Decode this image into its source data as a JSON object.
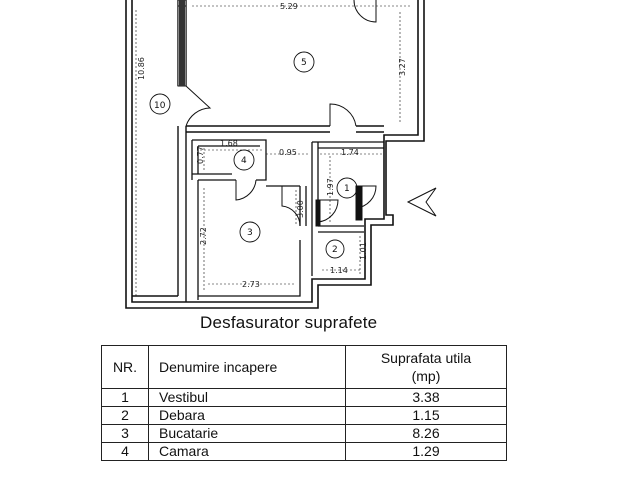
{
  "plan": {
    "dims": {
      "top_width": "5.29",
      "left_length": "10.86",
      "room5_height": "3.27",
      "camara_width": "1.68",
      "camara_height": "0.77",
      "corridor_width": "0.95",
      "vestibul_width": "1.74",
      "vestibul_height": "1.97",
      "kitchen_height": "2.72",
      "kitchen_side": "3.00",
      "kitchen_width": "2.73",
      "debara_height": "1.01",
      "debara_width": "1.14"
    },
    "rooms": {
      "r1": "1",
      "r2": "2",
      "r3": "3",
      "r4": "4",
      "r5": "5",
      "r10": "10"
    }
  },
  "summary": {
    "title": "Desfasurator suprafete",
    "headers": {
      "nr": "NR.",
      "name": "Denumire incapere",
      "area_line1": "Suprafata utila",
      "area_line2": "(mp)"
    },
    "rows": [
      {
        "nr": "1",
        "name": "Vestibul",
        "area": "3.38"
      },
      {
        "nr": "2",
        "name": "Debara",
        "area": "1.15"
      },
      {
        "nr": "3",
        "name": "Bucatarie",
        "area": "8.26"
      },
      {
        "nr": "4",
        "name": "Camara",
        "area": "1.29"
      }
    ]
  }
}
